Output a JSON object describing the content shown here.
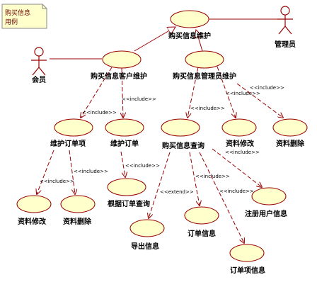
{
  "colors": {
    "usecase_fill": "#ffffcc",
    "usecase_stroke": "#990000",
    "line": "#990000",
    "note_fill": "#ffffcc",
    "note_stroke": "#888888",
    "ink": "#000000",
    "background": "#ffffff"
  },
  "note": {
    "lines": [
      "购买信息",
      "用例"
    ]
  },
  "actors": [
    {
      "id": "member",
      "label": "会员"
    },
    {
      "id": "admin",
      "label": "管理员"
    }
  ],
  "use_cases": [
    {
      "id": "buy",
      "label": "购买信息维护"
    },
    {
      "id": "cust",
      "label": "购买信息客户维护"
    },
    {
      "id": "mgr",
      "label": "购买信息管理员维护"
    },
    {
      "id": "maint_detail",
      "label": "维护订单项"
    },
    {
      "id": "maint_order",
      "label": "维护订单"
    },
    {
      "id": "query",
      "label": "购买信息查询"
    },
    {
      "id": "edit1",
      "label": "资料修改"
    },
    {
      "id": "del1",
      "label": "资料删除"
    },
    {
      "id": "order_query",
      "label": "根据订单查询"
    },
    {
      "id": "export",
      "label": "导出信息"
    },
    {
      "id": "order_info",
      "label": "订单信息"
    },
    {
      "id": "detail_info",
      "label": "订单项信息"
    },
    {
      "id": "edit2",
      "label": "资料修改"
    },
    {
      "id": "del2",
      "label": "资料删除"
    },
    {
      "id": "reg_user",
      "label": "注册用户信息"
    }
  ],
  "relations": [
    {
      "type": "association",
      "from": "member",
      "to": "cust"
    },
    {
      "type": "association",
      "from": "admin",
      "to": "buy"
    },
    {
      "type": "generalization",
      "from": "cust",
      "to": "buy"
    },
    {
      "type": "generalization",
      "from": "mgr",
      "to": "buy"
    },
    {
      "type": "include",
      "from": "cust",
      "to": "maint_detail",
      "label": "<<include>>"
    },
    {
      "type": "include",
      "from": "cust",
      "to": "maint_order",
      "label": "<<include>>"
    },
    {
      "type": "include",
      "from": "maint_detail",
      "to": "edit1",
      "label": "<<include>>"
    },
    {
      "type": "include",
      "from": "maint_detail",
      "to": "del1",
      "label": "<<include>>"
    },
    {
      "type": "include",
      "from": "maint_order",
      "to": "order_query",
      "label": "<<include>>"
    },
    {
      "type": "include",
      "from": "mgr",
      "to": "query",
      "label": "<<include>>"
    },
    {
      "type": "include",
      "from": "mgr",
      "to": "edit2",
      "label": "<<include>>"
    },
    {
      "type": "include",
      "from": "mgr",
      "to": "del2",
      "label": "<<include>>"
    },
    {
      "type": "extend",
      "from": "query",
      "to": "export",
      "label": "<<extend>>"
    },
    {
      "type": "include",
      "from": "query",
      "to": "order_info",
      "label": "<<include>>"
    },
    {
      "type": "include",
      "from": "query",
      "to": "detail_info",
      "label": "<<include>>"
    },
    {
      "type": "include",
      "from": "query",
      "to": "reg_user",
      "label": "<<include>>"
    }
  ]
}
